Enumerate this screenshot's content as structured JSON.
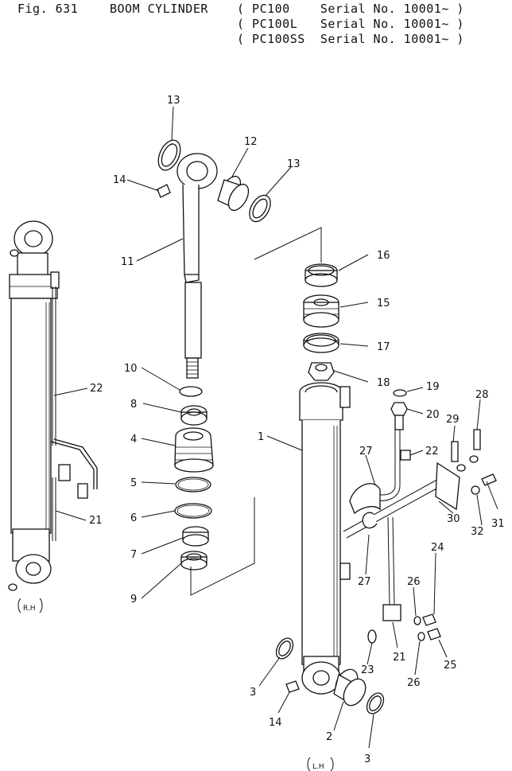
{
  "header": {
    "fig_label": "Fig. 631",
    "title": "BOOM CYLINDER",
    "models": [
      "( PC100    Serial No. 10001~ )",
      "( PC100L   Serial No. 10001~ )",
      "( PC100SS  Serial No. 10001~ )"
    ]
  },
  "callouts": {
    "n13a": "13",
    "n12": "12",
    "n13b": "13",
    "n14a": "14",
    "n11": "11",
    "n16": "16",
    "n15": "15",
    "n17": "17",
    "n18": "18",
    "n19": "19",
    "n20": "20",
    "n10": "10",
    "n8": "8",
    "n4": "4",
    "n5": "5",
    "n6": "6",
    "n7": "7",
    "n9": "9",
    "n22a": "22",
    "n21a": "21",
    "n1": "1",
    "n22b": "22",
    "n27a": "27",
    "n29": "29",
    "n28": "28",
    "n31": "31",
    "n32": "32",
    "n30": "30",
    "n27b": "27",
    "n24": "24",
    "n26a": "26",
    "n21b": "21",
    "n23": "23",
    "n26b": "26",
    "n25": "25",
    "n3a": "3",
    "n14b": "14",
    "n2": "2",
    "n3b": "3"
  },
  "side_labels": {
    "right_hand": "R.H",
    "left_hand": "L.H"
  }
}
